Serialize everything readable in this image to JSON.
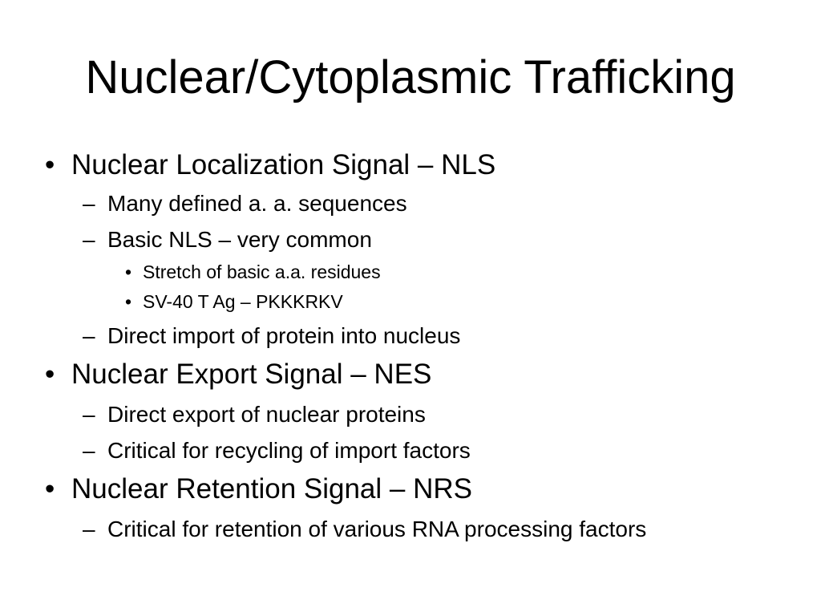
{
  "slide": {
    "title": "Nuclear/Cytoplasmic Trafficking",
    "bullets": {
      "l1": "•",
      "l2": "–",
      "l3": "•"
    },
    "items": [
      {
        "level": 1,
        "text": "Nuclear Localization Signal – NLS"
      },
      {
        "level": 2,
        "text": "Many defined a. a. sequences"
      },
      {
        "level": 2,
        "text": "Basic NLS – very common"
      },
      {
        "level": 3,
        "text": "Stretch of basic a.a. residues"
      },
      {
        "level": 3,
        "text": "SV-40 T Ag – PKKKRKV"
      },
      {
        "level": 2,
        "text": "Direct import of protein into nucleus"
      },
      {
        "level": 1,
        "text": "Nuclear Export Signal – NES"
      },
      {
        "level": 2,
        "text": "Direct export of nuclear proteins"
      },
      {
        "level": 2,
        "text": "Critical for recycling of import factors"
      },
      {
        "level": 1,
        "text": "Nuclear Retention Signal – NRS"
      },
      {
        "level": 2,
        "text": "Critical for retention of various RNA processing factors"
      }
    ]
  }
}
